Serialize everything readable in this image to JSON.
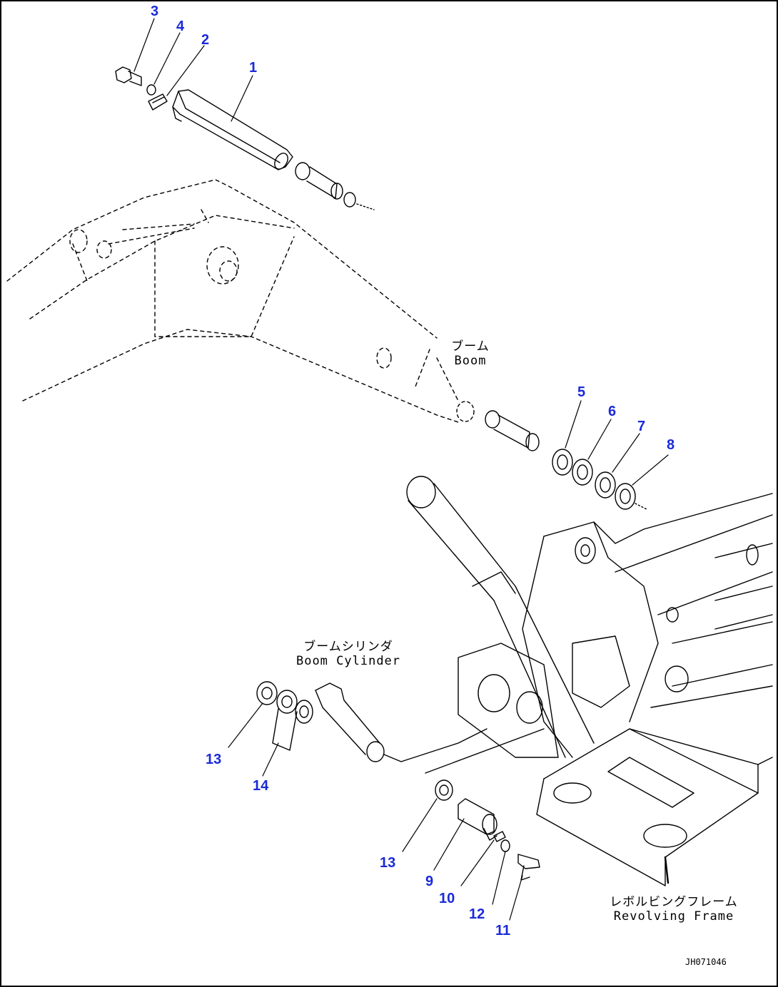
{
  "colors": {
    "callout": "#1a2ad8",
    "line": "#000000"
  },
  "labels": {
    "boom_jp": "ブーム",
    "boom_en": "Boom",
    "boom_cylinder_jp": "ブームシリンダ",
    "boom_cylinder_en": "Boom Cylinder",
    "revolving_frame_jp": "レボルビングフレーム",
    "revolving_frame_en": "Revolving Frame"
  },
  "drawing_id": "JH071046",
  "callouts": [
    "1",
    "2",
    "3",
    "4",
    "5",
    "6",
    "7",
    "8",
    "13",
    "14",
    "13",
    "9",
    "10",
    "12",
    "11"
  ]
}
